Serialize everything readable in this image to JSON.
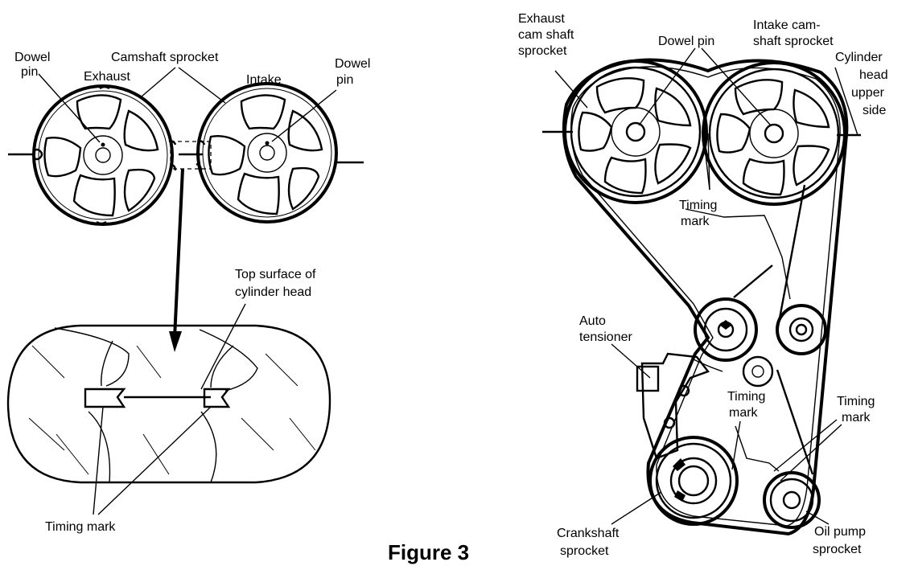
{
  "figure_caption": "Figure 3",
  "left_view": {
    "labels": {
      "dowel_pin_left_1": "Dowel",
      "dowel_pin_left_2": "pin",
      "exhaust": "Exhaust",
      "camshaft_sprocket": "Camshaft sprocket",
      "intake": "Intake",
      "dowel_pin_right_1": "Dowel",
      "dowel_pin_right_2": "pin",
      "top_surface_1": "Top surface of",
      "top_surface_2": "cylinder head",
      "timing_mark": "Timing mark"
    }
  },
  "right_view": {
    "labels": {
      "exhaust_1": "Exhaust",
      "exhaust_2": "cam shaft",
      "exhaust_3": "sprocket",
      "dowel_pin": "Dowel pin",
      "intake_1": "Intake cam-",
      "intake_2": "shaft sprocket",
      "cyl_1": "Cylinder",
      "cyl_2": "head",
      "cyl_3": "upper",
      "cyl_4": "side",
      "timing_mark_top_1": "Timing",
      "timing_mark_top_2": "mark",
      "auto_tensioner_1": "Auto",
      "auto_tensioner_2": "tensioner",
      "timing_mark_mid_1": "Timing",
      "timing_mark_mid_2": "mark",
      "timing_mark_right_1": "Timing",
      "timing_mark_right_2": "mark",
      "crankshaft_1": "Crankshaft",
      "crankshaft_2": "sprocket",
      "oil_pump_1": "Oil pump",
      "oil_pump_2": "sprocket"
    }
  }
}
